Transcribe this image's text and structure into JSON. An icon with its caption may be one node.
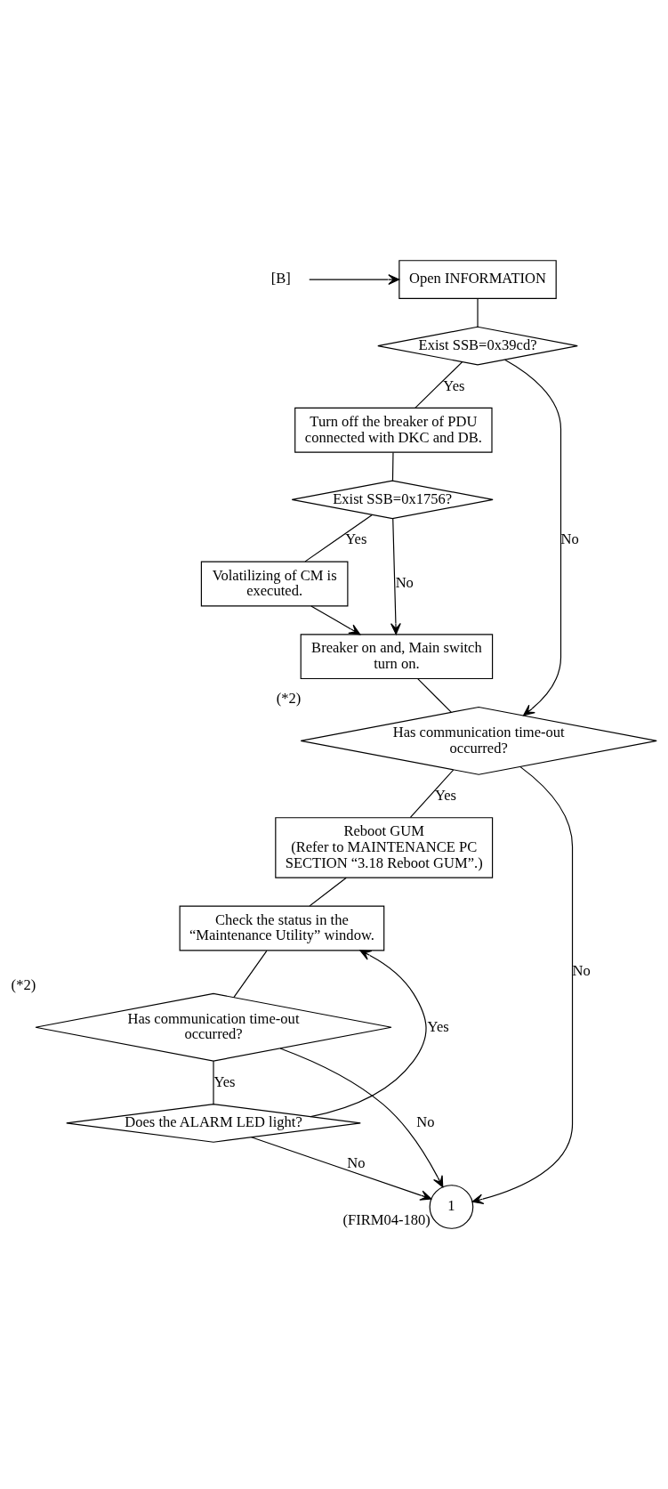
{
  "diagram": {
    "nodes": [
      {
        "text": [
          "[B]"
        ]
      },
      {
        "text": [
          "Open INFORMATION"
        ]
      },
      {
        "text": [
          "Exist SSB=0x39cd?"
        ]
      },
      {
        "text": [
          "Turn off the breaker of PDU connected with DKC and DB."
        ]
      },
      {
        "text": [
          "Exist SSB=0x1756?"
        ]
      },
      {
        "text": [
          "Volatilizing of CM is executed."
        ]
      },
      {
        "text": [
          "Breaker on and, Main switch turn on."
        ]
      },
      {
        "text": [
          "Has communication time-out occurred?"
        ],
        "beside": [
          "(*2)"
        ]
      },
      {
        "text": [
          "Reboot GUM",
          "(Refer to MAINTENANCE PC SECTION “3.18 Reboot GUM”.)"
        ]
      },
      {
        "text": [
          "Check the status in the “Maintenance Utility” window."
        ]
      },
      {
        "text": [
          "Has communication time-out occurred?"
        ],
        "beside": [
          "(*2)"
        ]
      },
      {
        "text": [
          "Does the ALARM LED light?"
        ]
      },
      {
        "text": [
          "1"
        ],
        "beside": [
          "(FIRM04-180)"
        ]
      }
    ],
    "edges": [
      {
        "from": 0,
        "to": 1,
        "arrow": "to"
      },
      {
        "from": 1,
        "to": 2,
        "arrow": "none"
      },
      {
        "from": 2,
        "to": 3,
        "arrow": "none",
        "label": "Yes"
      },
      {
        "from": 2,
        "to": 7,
        "arrow": "to",
        "label": "No"
      },
      {
        "from": 3,
        "to": 4,
        "arrow": "none"
      },
      {
        "from": 4,
        "to": 5,
        "arrow": "none",
        "label": "Yes"
      },
      {
        "from": 4,
        "to": 6,
        "arrow": "to",
        "label": "No"
      },
      {
        "from": 5,
        "to": 6,
        "arrow": "to"
      },
      {
        "from": 6,
        "to": 7,
        "arrow": "none"
      },
      {
        "from": 7,
        "to": 8,
        "arrow": "none",
        "label": "Yes"
      },
      {
        "from": 7,
        "to": 12,
        "arrow": "to",
        "label": "No"
      },
      {
        "from": 8,
        "to": 9,
        "arrow": "none"
      },
      {
        "from": 9,
        "to": 10,
        "arrow": "none"
      },
      {
        "from": 10,
        "to": 12,
        "arrow": "to",
        "label": "No"
      },
      {
        "from": 10,
        "to": 11,
        "arrow": "none",
        "label": "Yes"
      },
      {
        "from": 11,
        "to": 12,
        "arrow": "to",
        "label": "No"
      },
      {
        "from": 11,
        "to": 9,
        "arrow": "to",
        "label": "Yes"
      }
    ]
  }
}
